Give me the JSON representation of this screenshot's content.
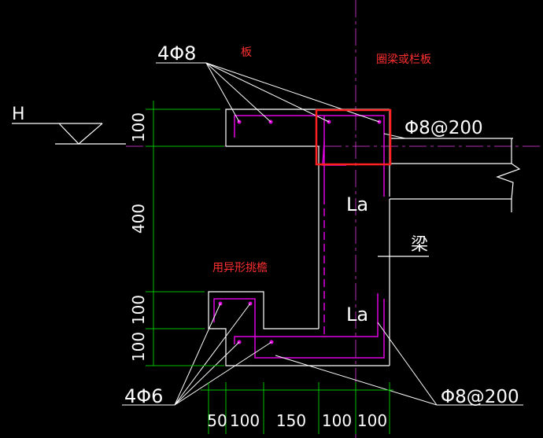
{
  "drawing": {
    "colors": {
      "background": "#000000",
      "outline": "#ffffff",
      "rebar": "#e000e0",
      "dimension": "#00c000",
      "annotation_red": "#ff3030",
      "highlight_box": "#ff2020",
      "centerline": "#c030c0",
      "leader": "#ffffff"
    },
    "labels": {
      "slab_rebar": "4Φ8",
      "slab": "板",
      "ring_beam": "圈梁或栏板",
      "stirrup_top": "Φ8@200",
      "level_mark": "H",
      "anchor_top": "La",
      "beam": "梁",
      "eave_note": "用异形挑檐",
      "anchor_bottom": "La",
      "eave_rebar": "4Φ6",
      "stirrup_bottom": "Φ8@200"
    },
    "dims_vertical": [
      "100",
      "400",
      "100",
      "100"
    ],
    "dims_horizontal": [
      "50",
      "100",
      "150",
      "100",
      "100"
    ]
  }
}
